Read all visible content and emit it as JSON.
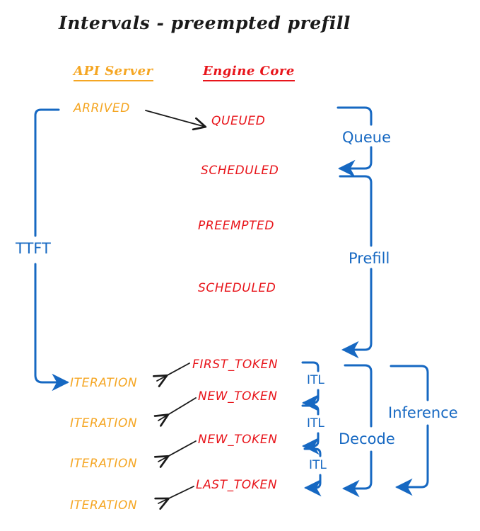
{
  "diagram": {
    "title": "Intervals - preempted prefill",
    "colors": {
      "api_server": "#F5A623",
      "engine_core": "#E8151B",
      "interval": "#1668C2",
      "arrow": "#1a1a1a",
      "background": "#ffffff"
    },
    "columns": [
      {
        "id": "api-server",
        "label": "API Server",
        "color": "#F5A623"
      },
      {
        "id": "engine-core",
        "label": "Engine Core",
        "color": "#E8151B"
      }
    ],
    "api_events": [
      {
        "label": "ARRIVED"
      },
      {
        "label": "ITERATION"
      },
      {
        "label": "ITERATION"
      },
      {
        "label": "ITERATION"
      },
      {
        "label": "ITERATION"
      }
    ],
    "engine_events": [
      {
        "label": "QUEUED"
      },
      {
        "label": "SCHEDULED"
      },
      {
        "label": "PREEMPTED"
      },
      {
        "label": "SCHEDULED"
      },
      {
        "label": "FIRST_TOKEN"
      },
      {
        "label": "NEW_TOKEN"
      },
      {
        "label": "NEW_TOKEN"
      },
      {
        "label": "LAST_TOKEN"
      }
    ],
    "intervals": [
      {
        "id": "ttft",
        "label": "TTFT"
      },
      {
        "id": "queue",
        "label": "Queue"
      },
      {
        "id": "prefill",
        "label": "Prefill"
      },
      {
        "id": "itl-1",
        "label": "ITL"
      },
      {
        "id": "itl-2",
        "label": "ITL"
      },
      {
        "id": "itl-3",
        "label": "ITL"
      },
      {
        "id": "decode",
        "label": "Decode"
      },
      {
        "id": "inference",
        "label": "Inference"
      }
    ]
  }
}
